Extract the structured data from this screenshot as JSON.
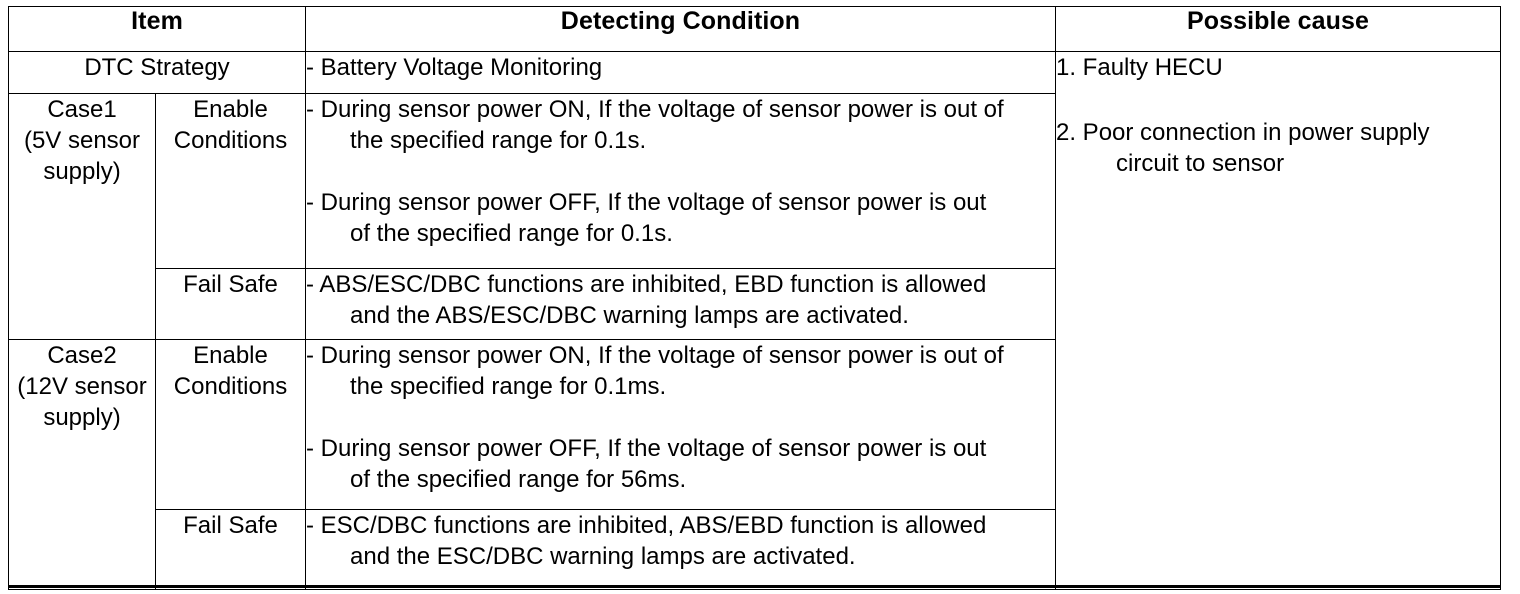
{
  "table": {
    "headers": {
      "item": "Item",
      "detecting_condition": "Detecting Condition",
      "possible_cause": "Possible cause"
    },
    "rows": {
      "dtc_strategy": {
        "label": "DTC Strategy",
        "condition": "- Battery Voltage Monitoring"
      },
      "case1": {
        "label_line1": "Case1",
        "label_line2": "(5V sensor",
        "label_line3": "supply)",
        "enable": {
          "label_line1": "Enable",
          "label_line2": "Conditions",
          "bullet1_line1": "- During sensor power ON, If the voltage of sensor power is out of",
          "bullet1_line2": "the specified range for 0.1s.",
          "bullet2_line1": "- During sensor power OFF, If the voltage of sensor power is out",
          "bullet2_line2": "of the specified range for 0.1s."
        },
        "fail_safe": {
          "label": "Fail Safe",
          "line1": "- ABS/ESC/DBC functions are inhibited, EBD function is allowed",
          "line2": "and the ABS/ESC/DBC warning lamps are activated."
        }
      },
      "case2": {
        "label_line1": "Case2",
        "label_line2": "(12V sensor",
        "label_line3": "supply)",
        "enable": {
          "label_line1": "Enable",
          "label_line2": "Conditions",
          "bullet1_line1": "- During sensor power ON, If the voltage of sensor power is out of",
          "bullet1_line2": "the specified range for 0.1ms.",
          "bullet2_line1": "- During sensor power OFF, If the voltage of sensor power is out",
          "bullet2_line2": "of the specified range for 56ms."
        },
        "fail_safe": {
          "label": "Fail Safe",
          "line1": "- ESC/DBC functions are inhibited, ABS/EBD function is allowed",
          "line2": "and the ESC/DBC warning lamps are activated."
        }
      }
    },
    "possible_cause": {
      "item1": "1. Faulty HECU",
      "item2_line1": "2. Poor connection in power supply",
      "item2_line2": "circuit to sensor"
    }
  },
  "colors": {
    "border": "#000000",
    "text": "#000000",
    "background": "#ffffff"
  }
}
